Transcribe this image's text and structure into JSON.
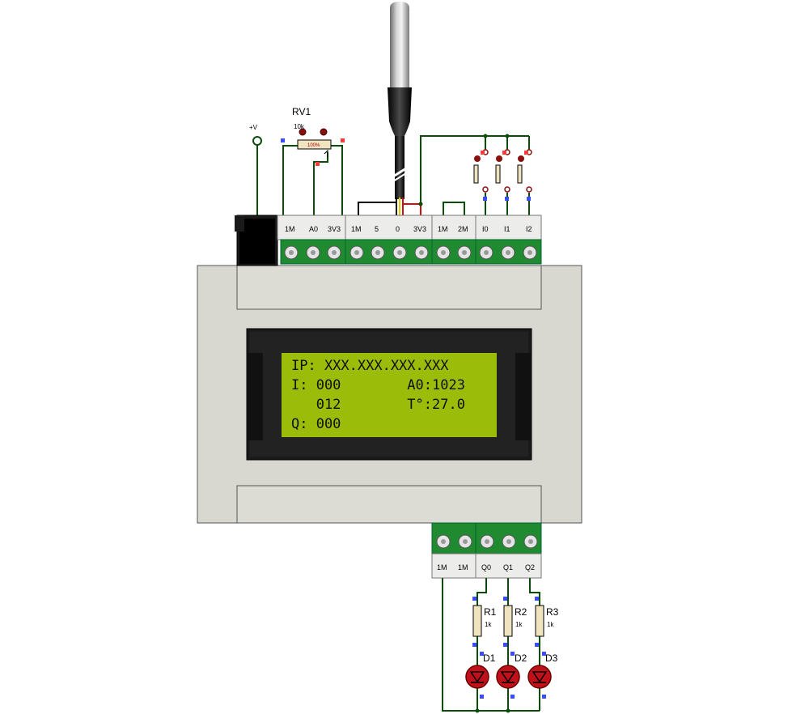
{
  "supply": {
    "label": "+V"
  },
  "potentiometer": {
    "ref": "RV1",
    "value": "10k",
    "setting": "100%"
  },
  "top_terminals": [
    "1M",
    "A0",
    "3V3",
    "1M",
    "5",
    "0",
    "3V3",
    "1M",
    "2M",
    "I0",
    "I1",
    "I2"
  ],
  "bottom_terminals": [
    "1M",
    "1M",
    "Q0",
    "Q1",
    "Q2"
  ],
  "lcd": {
    "line1": "IP: XXX.XXX.XXX.XXX",
    "line2": "I: 000        A0:1023",
    "line3": "   012        T°:27.0",
    "line4": "Q: 000"
  },
  "resistors": [
    {
      "ref": "R1",
      "value": "1k"
    },
    {
      "ref": "R2",
      "value": "1k"
    },
    {
      "ref": "R3",
      "value": "1k"
    }
  ],
  "leds": [
    {
      "ref": "D1"
    },
    {
      "ref": "D2"
    },
    {
      "ref": "D3"
    }
  ],
  "colors": {
    "enclosure": "#d8d8d0",
    "terminal_block": "#1f8a2f",
    "lcd_background": "#9cbc0a",
    "wire": "#0a4d0a",
    "led": "#c0101a",
    "pin_marker_blue": "#3a4cff",
    "pin_marker_red": "#ff3a3a"
  }
}
